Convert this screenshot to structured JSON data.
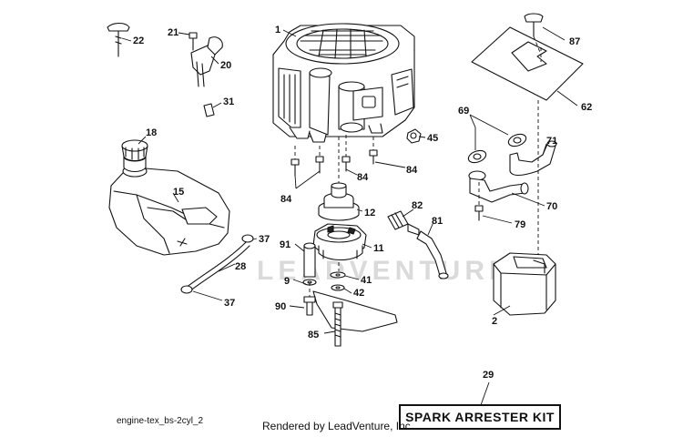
{
  "diagram": {
    "id_label": "engine-tex_bs-2cyl_2",
    "rendered_by": "Rendered by LeadVenture, Inc.",
    "watermark": "LEADVENTURE",
    "kit_label": "SPARK ARRESTER KIT",
    "callouts": {
      "c1": "1",
      "c2": "2",
      "c9": "9",
      "c11": "11",
      "c12": "12",
      "c15": "15",
      "c18": "18",
      "c20": "20",
      "c21": "21",
      "c22": "22",
      "c28": "28",
      "c29": "29",
      "c31": "31",
      "c37a": "37",
      "c37b": "37",
      "c41": "41",
      "c42": "42",
      "c45": "45",
      "c62": "62",
      "c69": "69",
      "c70": "70",
      "c71": "71",
      "c79": "79",
      "c81": "81",
      "c82": "82",
      "c84a": "84",
      "c84b": "84",
      "c84c": "84",
      "c85": "85",
      "c87": "87",
      "c90": "90",
      "c91": "91"
    }
  }
}
